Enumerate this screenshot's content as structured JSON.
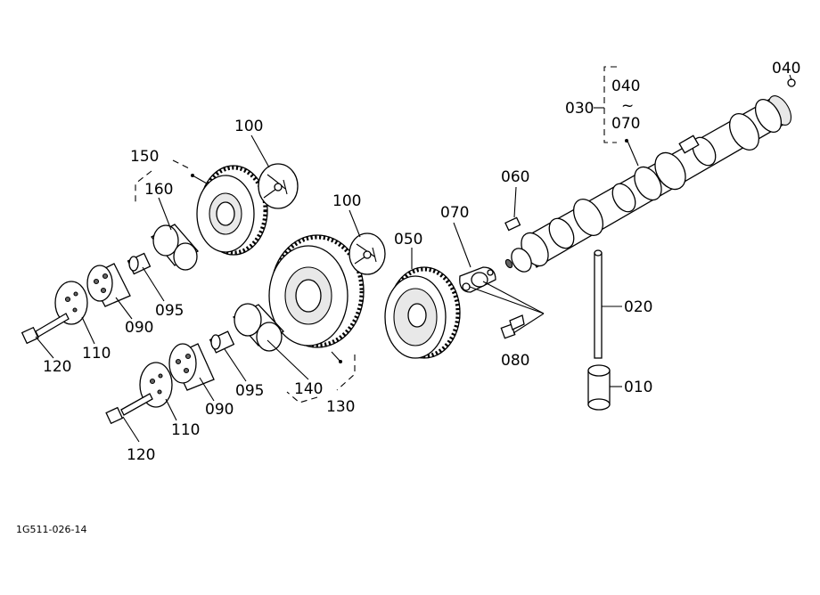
{
  "labels": {
    "c030": "030",
    "c040_top": "040",
    "c040_range": "040",
    "tilde": "~",
    "c070_range": "070",
    "c060": "060",
    "c070_plate": "070",
    "c050": "050",
    "c100_upper": "100",
    "c100_lower": "100",
    "c150": "150",
    "c160": "160",
    "c095_upper": "095",
    "c090_upper": "090",
    "c110_upper": "110",
    "c120_upper": "120",
    "c140": "140",
    "c130": "130",
    "c095_lower": "095",
    "c090_lower": "090",
    "c110_lower": "110",
    "c120_lower": "120",
    "c080": "080",
    "c020": "020",
    "c010": "010"
  },
  "figure_code": "1G511-026-14"
}
